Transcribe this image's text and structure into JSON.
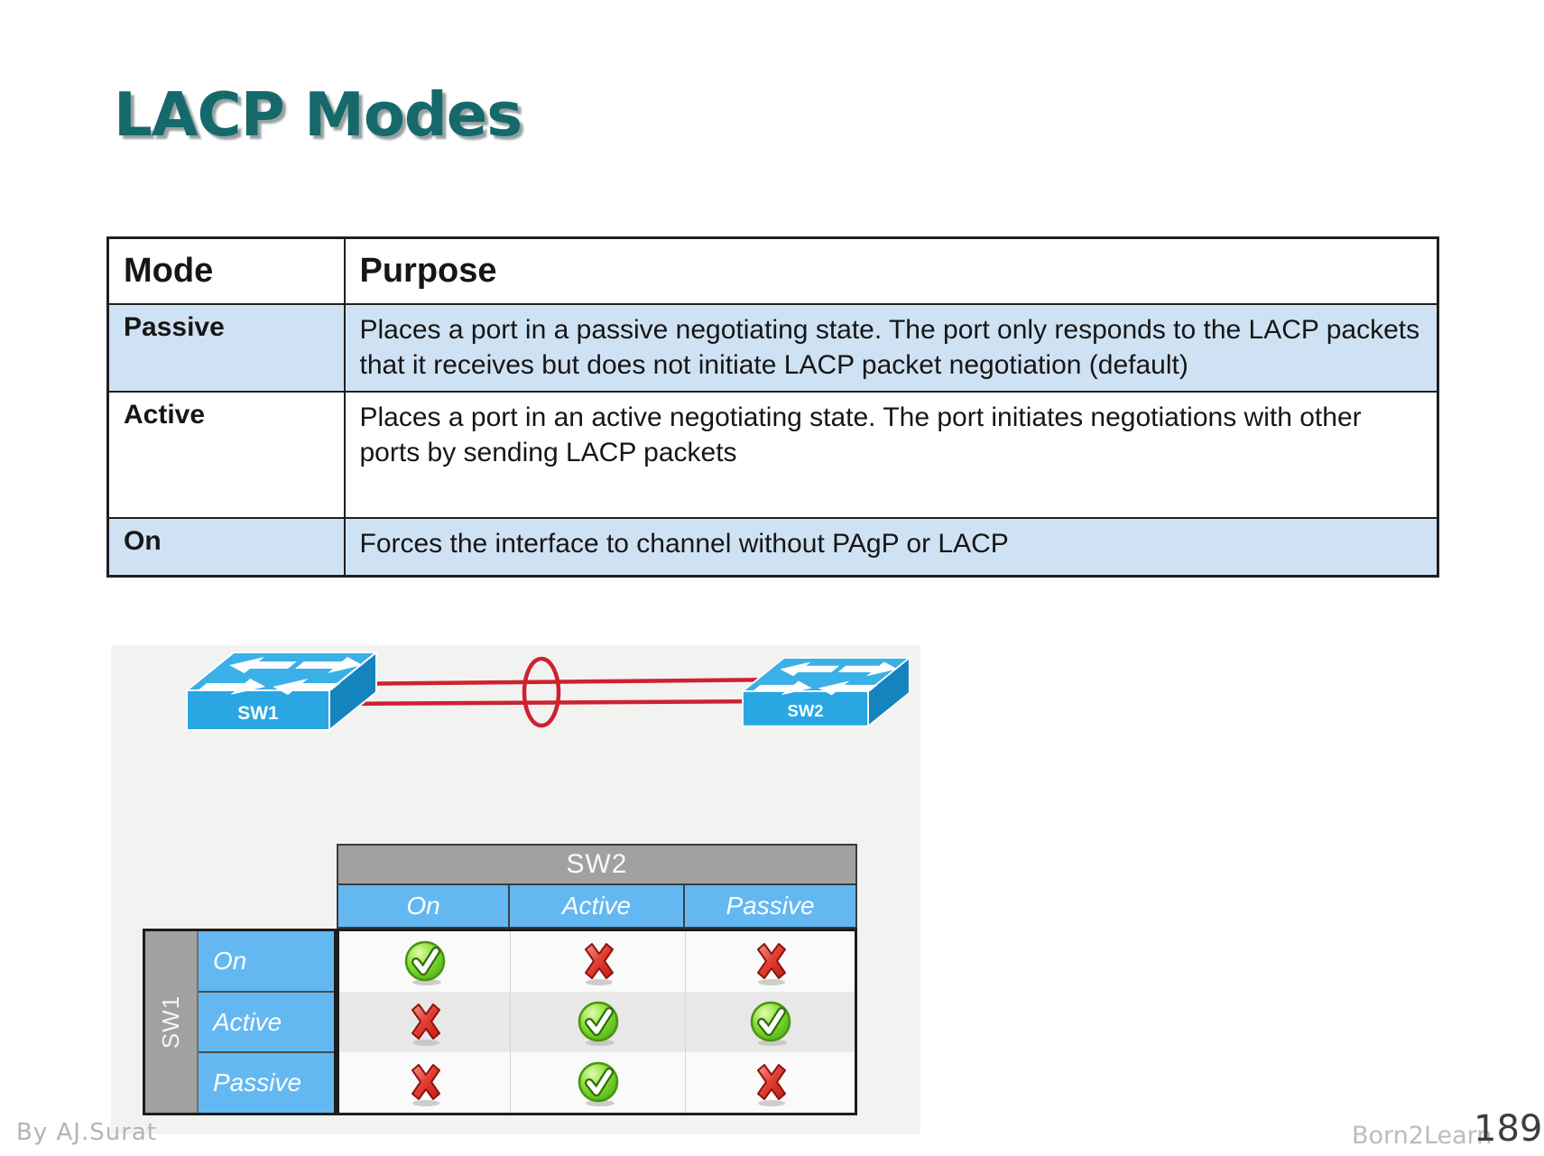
{
  "slide": {
    "title": "LACP Modes",
    "footer": {
      "author": "By AJ.Surat",
      "brand": "Born2Learn",
      "page_number": "189"
    }
  },
  "modes_table": {
    "headers": [
      "Mode",
      "Purpose"
    ],
    "rows": [
      {
        "mode": "Passive",
        "purpose": "Places a port in a passive negotiating state. The port only responds to the LACP packets that it receives but does not initiate LACP packet negotiation (default)"
      },
      {
        "mode": "Active",
        "purpose": "Places a port in an active negotiating state. The port initiates negotiations with other ports by sending LACP packets"
      },
      {
        "mode": "On",
        "purpose": "Forces the interface to channel without PAgP or LACP"
      }
    ]
  },
  "topology": {
    "switch1_label": "SW1",
    "switch2_label": "SW2"
  },
  "compatibility_matrix": {
    "col_group": "SW2",
    "row_group": "SW1",
    "columns": [
      "On",
      "Active",
      "Passive"
    ],
    "rows": [
      "On",
      "Active",
      "Passive"
    ],
    "values": [
      [
        "yes",
        "no",
        "no"
      ],
      [
        "no",
        "yes",
        "yes"
      ],
      [
        "no",
        "yes",
        "no"
      ]
    ]
  },
  "colors": {
    "title_teal": "#15696b",
    "table_shaded_row": "#cfe2f3",
    "table_border": "#1f1f1f",
    "panel_background": "#f2f2f0",
    "matrix_header_gray": "#a1a1a1",
    "matrix_blue": "#64b8f2",
    "link_red": "#ce2130",
    "switch_blue": "#2aa6e2",
    "check_green": "#4cb214",
    "cross_red": "#d92b25"
  }
}
